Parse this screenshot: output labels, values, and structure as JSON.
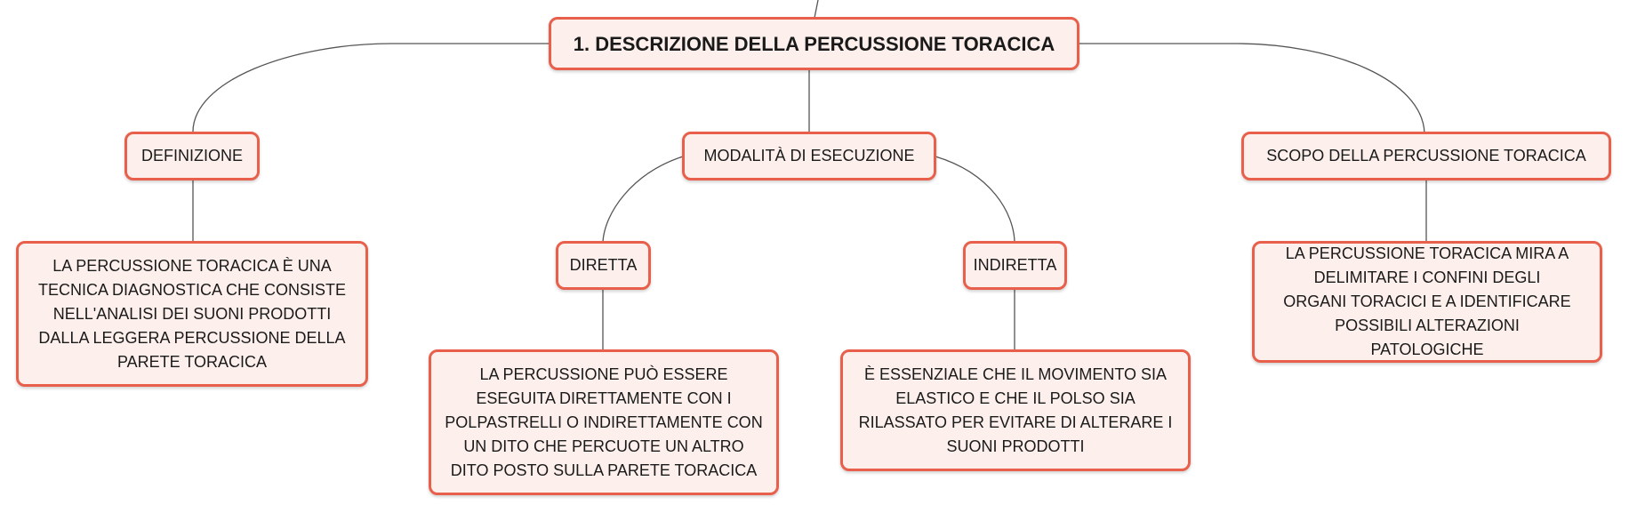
{
  "diagram": {
    "root": "1. DESCRIZIONE DELLA PERCUSSIONE TORACICA",
    "definizione": {
      "label": "DEFINIZIONE",
      "text": "LA PERCUSSIONE TORACICA È UNA TECNICA DIAGNOSTICA CHE CONSISTE NELL'ANALISI DEI SUONI PRODOTTI DALLA LEGGERA PERCUSSIONE DELLA PARETE TORACICA"
    },
    "modalita": {
      "label": "MODALITÀ DI ESECUZIONE",
      "diretta": {
        "label": "DIRETTA",
        "text": "LA PERCUSSIONE PUÒ ESSERE ESEGUITA DIRETTAMENTE CON I POLPASTRELLI O INDIRETTAMENTE CON UN DITO CHE PERCUOTE UN ALTRO DITO POSTO SULLA PARETE TORACICA"
      },
      "indiretta": {
        "label": "INDIRETTA",
        "text": "È ESSENZIALE CHE IL MOVIMENTO SIA ELASTICO E CHE IL POLSO SIA RILASSATO PER EVITARE DI ALTERARE I SUONI PRODOTTI"
      }
    },
    "scopo": {
      "label": "SCOPO DELLA PERCUSSIONE TORACICA",
      "text": "LA PERCUSSIONE TORACICA MIRA A DELIMITARE I CONFINI DEGLI ORGANI TORACICI E A IDENTIFICARE POSSIBILI ALTERAZIONI PATOLOGICHE"
    }
  }
}
